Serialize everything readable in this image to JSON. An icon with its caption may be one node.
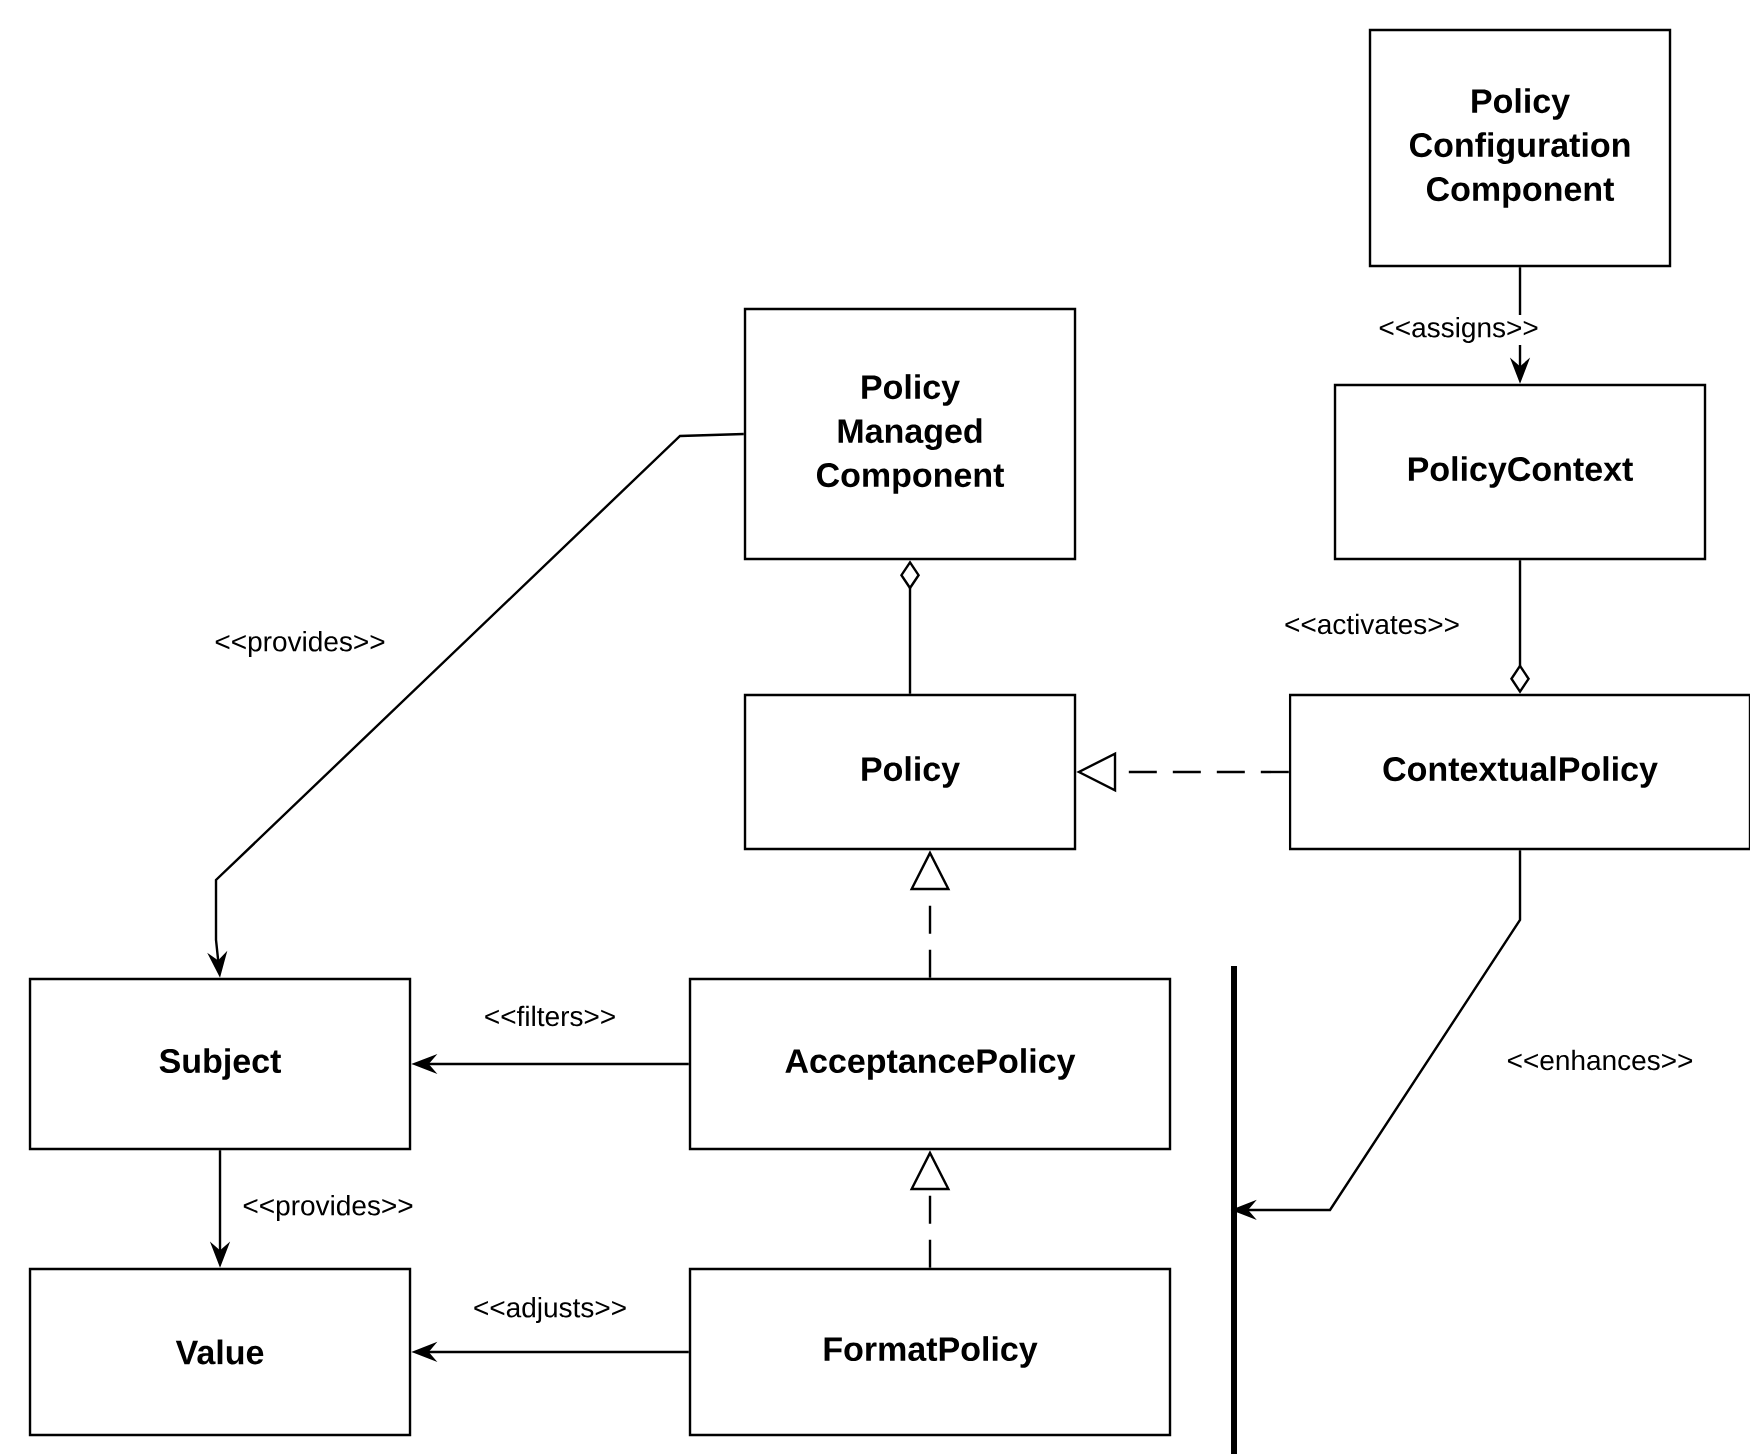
{
  "diagram": {
    "nodes": [
      {
        "text": [
          "Policy Configuration Component"
        ]
      },
      {
        "text": [
          "Policy Managed Component"
        ]
      },
      {
        "text": [
          "PolicyContext"
        ]
      },
      {
        "text": [
          "Policy"
        ]
      },
      {
        "text": [
          "ContextualPolicy"
        ]
      },
      {
        "text": [
          "Subject"
        ]
      },
      {
        "text": [
          "AcceptancePolicy"
        ]
      },
      {
        "text": [
          "Value"
        ]
      },
      {
        "text": [
          "FormatPolicy"
        ]
      },
      {
        "text": [],
        "shape": "bar"
      }
    ],
    "edges": [
      {
        "from": 0,
        "to": 2,
        "arrow": "to",
        "label": "<<assigns>>"
      },
      {
        "from": 1,
        "to": 5,
        "arrow": "to",
        "label": "<<provides>>"
      },
      {
        "from": 3,
        "to": 1,
        "arrow": "other"
      },
      {
        "from": 2,
        "to": 4,
        "arrow": "other",
        "label": "<<activates>>"
      },
      {
        "from": 4,
        "to": 3,
        "arrow": "to",
        "style": "dashed"
      },
      {
        "from": 6,
        "to": 3,
        "arrow": "to",
        "style": "dashed"
      },
      {
        "from": 8,
        "to": 6,
        "arrow": "to",
        "style": "dashed"
      },
      {
        "from": 6,
        "to": 5,
        "arrow": "to",
        "label": "<<filters>>"
      },
      {
        "from": 5,
        "to": 7,
        "arrow": "to",
        "label": "<<provides>>"
      },
      {
        "from": 8,
        "to": 7,
        "arrow": "to",
        "label": "<<adjusts>>"
      },
      {
        "from": 4,
        "to": 9,
        "arrow": "to",
        "label": "<<enhances>>"
      }
    ]
  }
}
